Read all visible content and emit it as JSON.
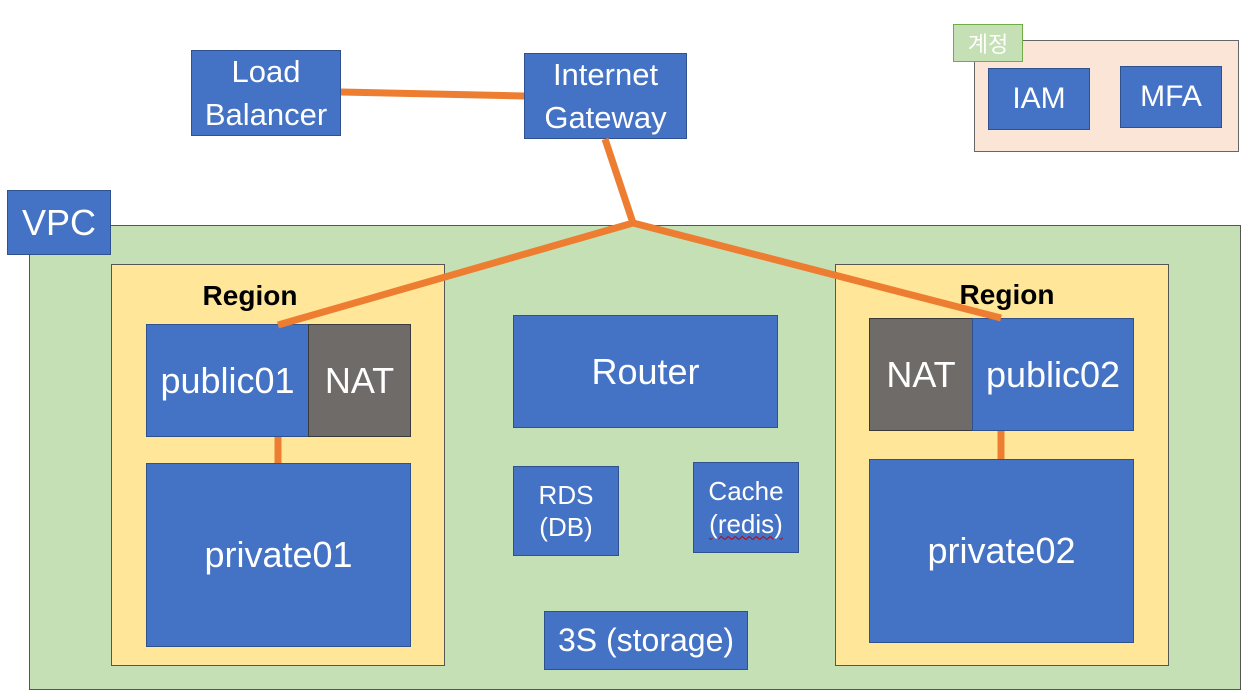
{
  "top": {
    "load_balancer": "Load\nBalancer",
    "internet_gateway": "Internet\nGateway"
  },
  "account": {
    "tag": "계정",
    "iam": "IAM",
    "mfa": "MFA"
  },
  "vpc": {
    "label": "VPC",
    "left_region": {
      "title": "Region",
      "public": "public01",
      "nat": "NAT",
      "private": "private01"
    },
    "right_region": {
      "title": "Region",
      "nat": "NAT",
      "public": "public02",
      "private": "private02"
    },
    "router": "Router",
    "rds": "RDS\n(DB)",
    "cache_line1": "Cache",
    "cache_line2": "(redis)",
    "storage": "3S (storage)"
  },
  "colors": {
    "box_blue": "#4472c4",
    "nat_gray": "#6f6b69",
    "vpc_green": "#c5e0b4",
    "region_yellow": "#ffe699",
    "account_peach": "#fbe5d6",
    "tag_green": "#c5e0b4",
    "connector_orange": "#ed7d31"
  }
}
